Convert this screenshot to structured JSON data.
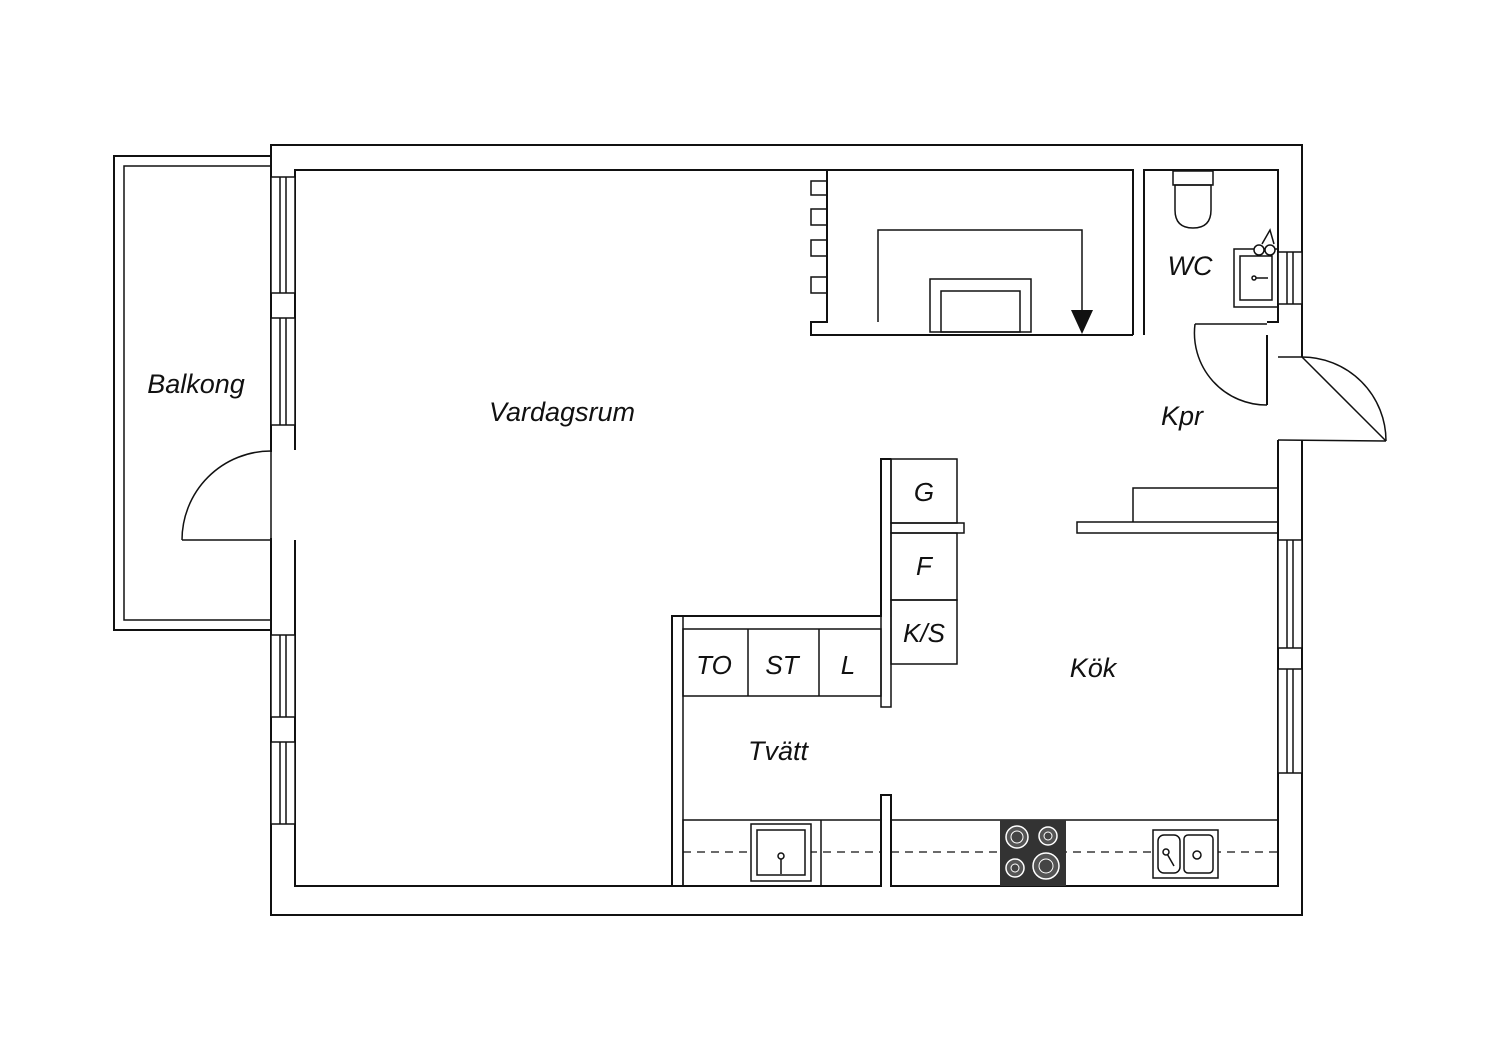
{
  "rooms": {
    "balkong": "Balkong",
    "vardagsrum": "Vardagsrum",
    "wc": "WC",
    "kpr": "Kpr",
    "kok": "Kök",
    "tvatt": "Tvätt"
  },
  "appliances": {
    "g": "G",
    "f": "F",
    "ks": "K/S",
    "to": "TO",
    "st": "ST",
    "l": "L"
  },
  "icons": {
    "stove": "stove-icon",
    "kitchen_sink": "double-sink-icon",
    "laundry_sink": "sink-icon",
    "toilet": "toilet-icon",
    "wc_sink": "wash-basin-icon",
    "stair_arrow": "arrow-down-icon"
  },
  "colors": {
    "line": "#111111",
    "stove": "#333333",
    "background": "#ffffff"
  }
}
